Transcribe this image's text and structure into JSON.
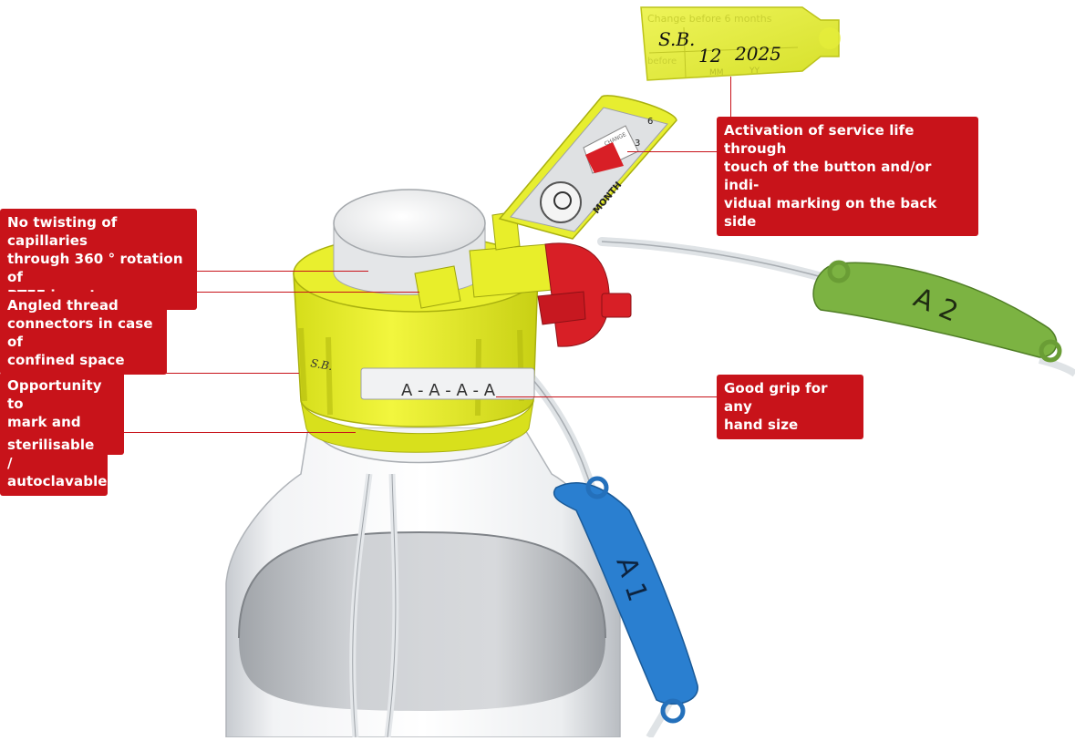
{
  "callouts": {
    "capillaries": "No twisting of capillaries\nthrough 360 ° rotation of\nPTFE insert",
    "angled": "Angled thread\nconnectors in case of\nconfined space",
    "mark": "Opportunity to\nmark and stick",
    "sterile": "sterilisable /\nautoclavable",
    "grip": "Good grip for any\nhand size",
    "activation": "Activation of service life through\ntouch of the button and/or indi-\nvidual marking on the back side"
  },
  "tag": {
    "printed_top": "Change before 6 months",
    "printed_left": "before",
    "initials": "S.B.",
    "month": "12",
    "year": "2025",
    "col_mm": "MM",
    "col_yy": "YY"
  },
  "indicator": {
    "label": "MONTH",
    "change": "CHANGE",
    "n3": "3",
    "n6": "6"
  },
  "cap_band": {
    "text": "A - A - A - A",
    "initials": "S.B."
  },
  "labels": {
    "green": "A 2",
    "blue": "A 1"
  },
  "colors": {
    "callout_red": "#c8131a",
    "cap_yellow": "#e8ef2c",
    "connector_red": "#d81f26",
    "tag_green": "#7cb342",
    "tag_blue": "#2a7fd0",
    "tag_yellow": "#e4ed3a"
  }
}
